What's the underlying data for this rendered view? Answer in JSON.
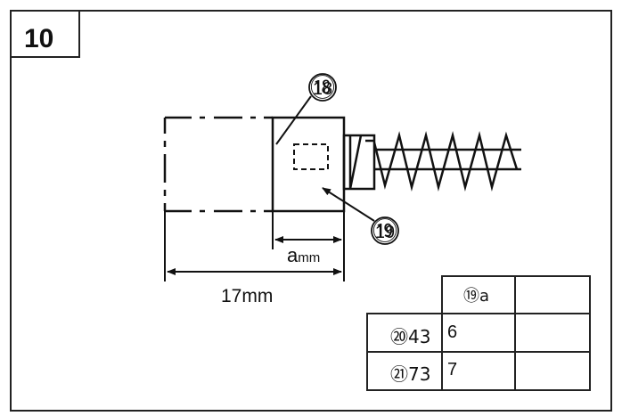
{
  "figure": {
    "number": "10",
    "callouts": {
      "part_18": "⑱",
      "part_19": "⑲"
    },
    "dimensions": {
      "inner": "amm",
      "inner_unit": "mm",
      "total": "17mm"
    }
  },
  "table": {
    "header": [
      "",
      "⑲a",
      ""
    ],
    "rows": [
      {
        "label": "⑳43",
        "value": "6",
        "extra": ""
      },
      {
        "label": "㉑73",
        "value": "7",
        "extra": ""
      }
    ]
  }
}
